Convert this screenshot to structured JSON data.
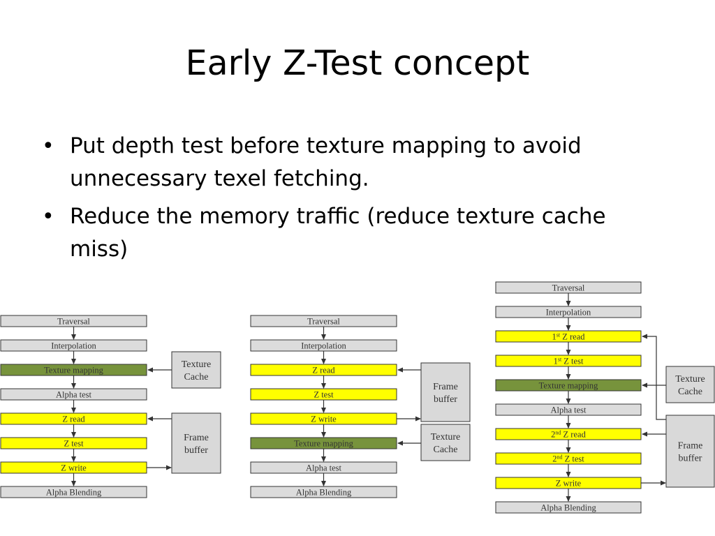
{
  "title": "Early Z-Test concept",
  "bullets": [
    "Put depth test before texture mapping to avoid unnecessary texel fetching.",
    "Reduce the memory traffic (reduce texture cache miss)"
  ],
  "bullet_symbol": "•",
  "colors": {
    "stage_gray": "#dcdcdc",
    "stage_yellow": "#ffff00",
    "stage_green": "#77933c",
    "side_box": "#d9d9d9",
    "line": "#333333"
  },
  "diagrams": [
    {
      "stages": [
        {
          "label": "Traversal",
          "color": "gray"
        },
        {
          "label": "Interpolation",
          "color": "gray"
        },
        {
          "label": "Texture mapping",
          "color": "green"
        },
        {
          "label": "Alpha test",
          "color": "gray"
        },
        {
          "label": "Z read",
          "color": "yellow"
        },
        {
          "label": "Z test",
          "color": "yellow"
        },
        {
          "label": "Z write",
          "color": "yellow"
        },
        {
          "label": "Alpha Blending",
          "color": "gray"
        }
      ],
      "side_boxes": [
        {
          "lines": [
            "Texture",
            "Cache"
          ]
        },
        {
          "lines": [
            "Frame",
            "buffer"
          ]
        }
      ]
    },
    {
      "stages": [
        {
          "label": "Traversal",
          "color": "gray"
        },
        {
          "label": "Interpolation",
          "color": "gray"
        },
        {
          "label": "Z read",
          "color": "yellow"
        },
        {
          "label": "Z test",
          "color": "yellow"
        },
        {
          "label": "Z write",
          "color": "yellow"
        },
        {
          "label": "Texture mapping",
          "color": "green"
        },
        {
          "label": "Alpha test",
          "color": "gray"
        },
        {
          "label": "Alpha Blending",
          "color": "gray"
        }
      ],
      "side_boxes": [
        {
          "lines": [
            "Frame",
            "buffer"
          ]
        },
        {
          "lines": [
            "Texture",
            "Cache"
          ]
        }
      ]
    },
    {
      "stages": [
        {
          "label": "Traversal",
          "color": "gray"
        },
        {
          "label": "Interpolation",
          "color": "gray"
        },
        {
          "label": "1st Z read",
          "ordinal": "1",
          "sup": "st",
          "rest": " Z read",
          "color": "yellow"
        },
        {
          "label": "1st Z test",
          "ordinal": "1",
          "sup": "st",
          "rest": " Z test",
          "color": "yellow"
        },
        {
          "label": "Texture mapping",
          "color": "green"
        },
        {
          "label": "Alpha test",
          "color": "gray"
        },
        {
          "label": "2nd Z read",
          "ordinal": "2",
          "sup": "nd",
          "rest": " Z read",
          "color": "yellow"
        },
        {
          "label": "2nd Z test",
          "ordinal": "2",
          "sup": "nd",
          "rest": " Z test",
          "color": "yellow"
        },
        {
          "label": "Z write",
          "color": "yellow"
        },
        {
          "label": "Alpha Blending",
          "color": "gray"
        }
      ],
      "side_boxes": [
        {
          "lines": [
            "Texture",
            "Cache"
          ]
        },
        {
          "lines": [
            "Frame",
            "buffer"
          ]
        }
      ]
    }
  ]
}
